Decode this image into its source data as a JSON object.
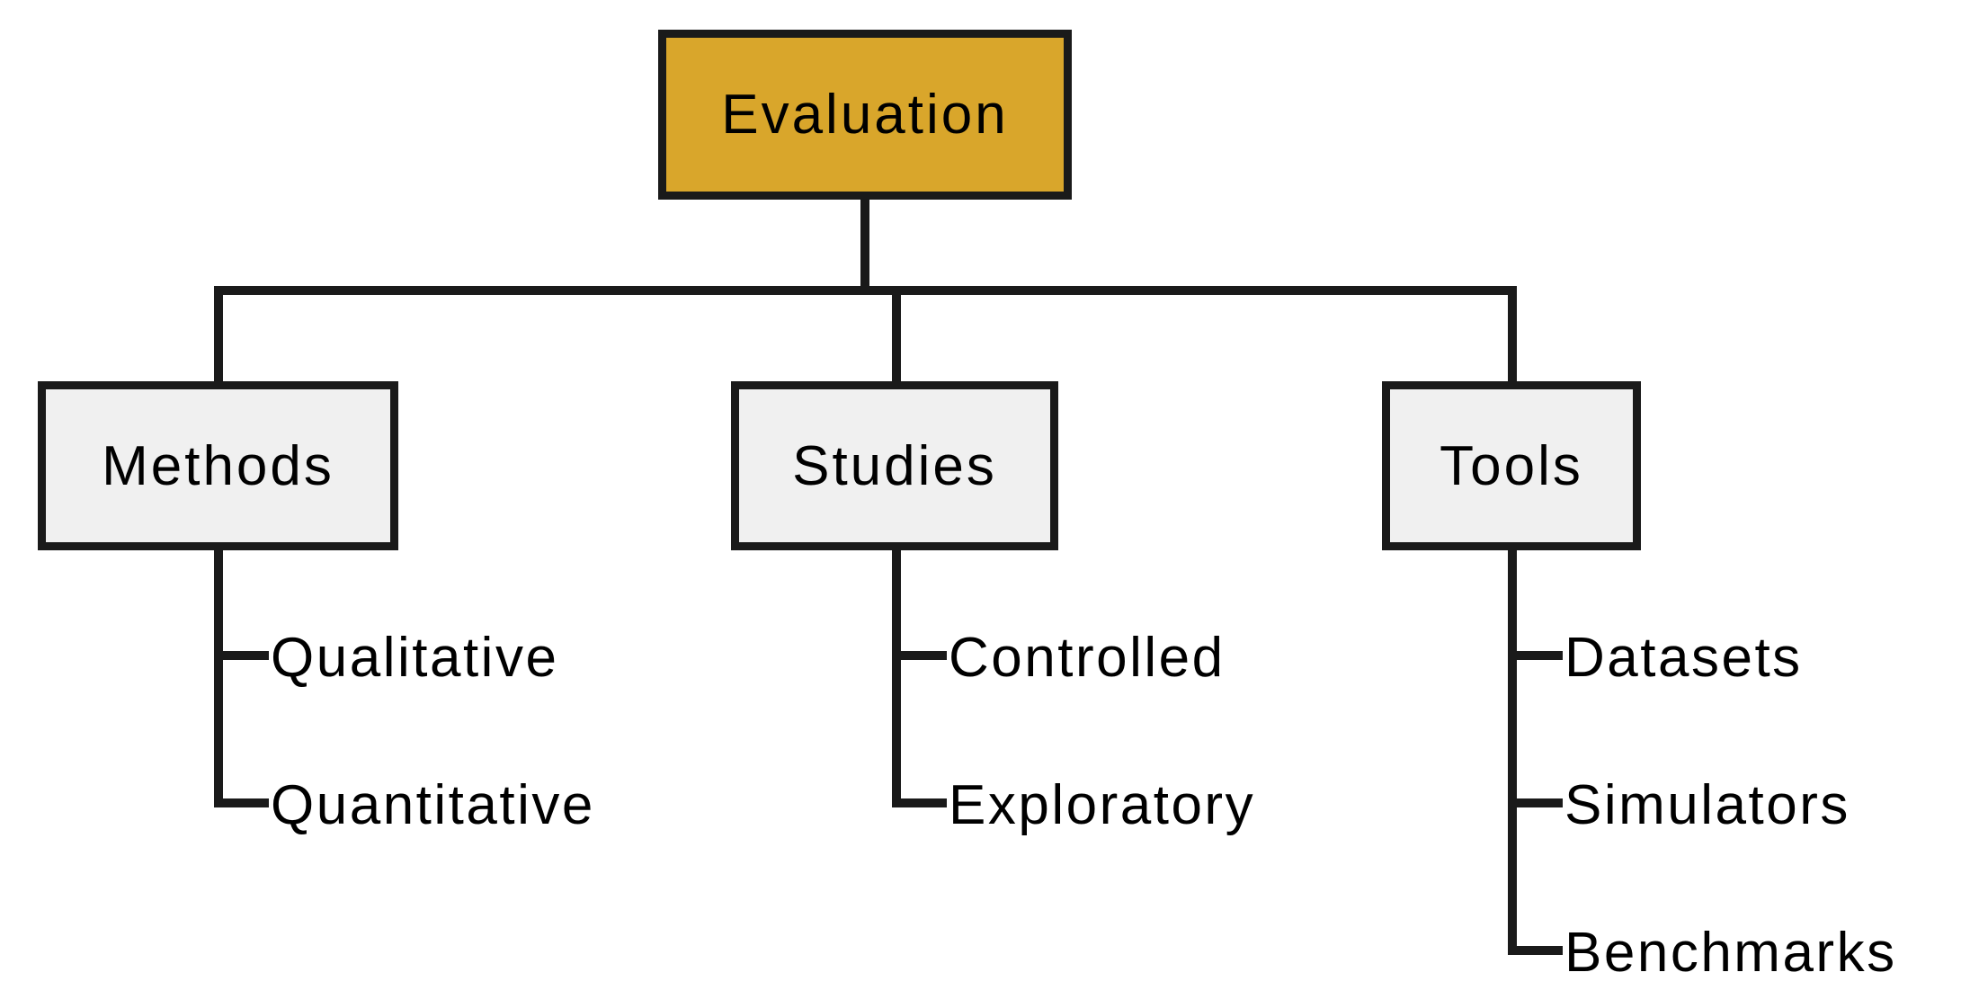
{
  "colors": {
    "root_fill": "#d9a62b",
    "child_fill": "#f0f0f0",
    "line": "#1a1a1a",
    "text": "#000000",
    "background": "#ffffff"
  },
  "tree": {
    "root": {
      "label": "Evaluation"
    },
    "branches": [
      {
        "label": "Methods",
        "leaves": [
          "Qualitative",
          "Quantitative"
        ]
      },
      {
        "label": "Studies",
        "leaves": [
          "Controlled",
          "Exploratory"
        ]
      },
      {
        "label": "Tools",
        "leaves": [
          "Datasets",
          "Simulators",
          "Benchmarks"
        ]
      }
    ]
  }
}
